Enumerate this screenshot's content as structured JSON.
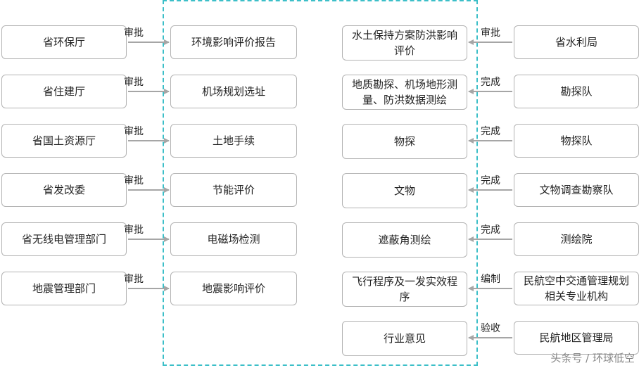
{
  "left_orgs": [
    "省环保厅",
    "省住建厅",
    "省国土资源厅",
    "省发改委",
    "省无线电管理部门",
    "地震管理部门"
  ],
  "left_tasks": [
    "环境影响评价报告",
    "机场规划选址",
    "土地手续",
    "节能评价",
    "电磁场检测",
    "地震影响评价"
  ],
  "left_actions": [
    "审批",
    "审批",
    "审批",
    "审批",
    "审批",
    "审批"
  ],
  "right_tasks": [
    "水土保持方案防洪影响评价",
    "地质勘探、机场地形测量、防洪数据测绘",
    "物探",
    "文物",
    "遮蔽角测绘",
    "飞行程序及一发实效程序",
    "行业意见"
  ],
  "right_orgs": [
    "省水利局",
    "勘探队",
    "物探队",
    "文物调查勘察队",
    "测绘院",
    "民航空中交通管理规划相关专业机构",
    "民航地区管理局"
  ],
  "right_actions": [
    "审批",
    "完成",
    "完成",
    "完成",
    "完成",
    "编制",
    "验收"
  ],
  "watermark": "头条号 / 环球低空",
  "colors": {
    "frame": "#3cbfc8",
    "arrow": "#a6a6a6",
    "border": "#b3b3b3"
  }
}
